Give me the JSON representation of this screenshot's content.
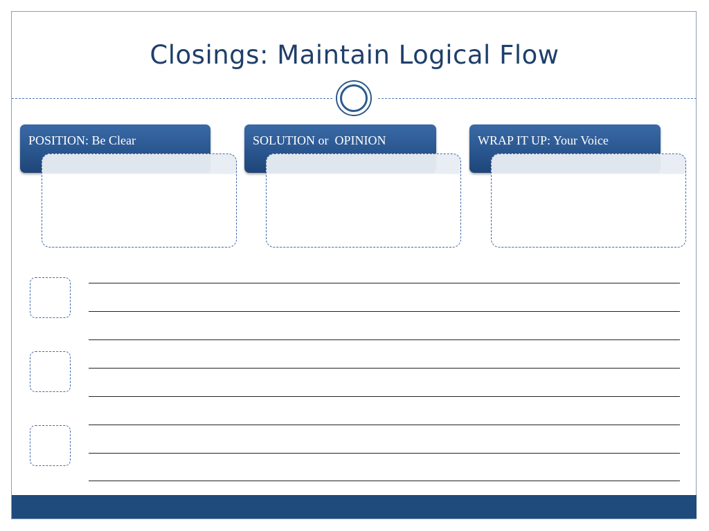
{
  "slide": {
    "title": "Closings: Maintain Logical Flow"
  },
  "columns": [
    {
      "label": "POSITION: Be Clear"
    },
    {
      "label": "SOLUTION or  OPINION"
    },
    {
      "label": "WRAP IT UP: Your Voice"
    }
  ],
  "checklist": {
    "checkbox_count": 3,
    "line_count": 8
  },
  "colors": {
    "accent": "#2a568f",
    "title": "#1f3f6b",
    "footer": "#1f4a7c",
    "dashed_border": "#3e6aa6"
  }
}
